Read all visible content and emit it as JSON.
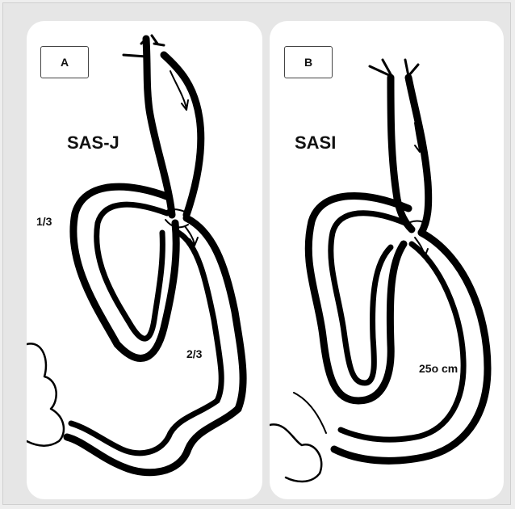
{
  "panels": [
    {
      "letter": "A",
      "title": "SAS-J",
      "labels": [
        "1/3",
        "2/3"
      ]
    },
    {
      "letter": "B",
      "title": "SASI",
      "labels": [
        "25o cm"
      ]
    }
  ]
}
